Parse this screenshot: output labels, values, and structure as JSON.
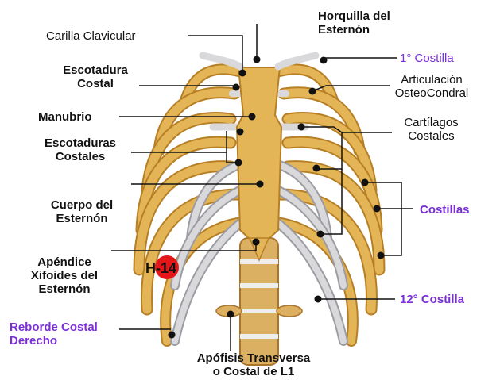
{
  "labels": {
    "horquilla": [
      "Horquilla del",
      "Esternón"
    ],
    "carilla": "Carilla Clavicular",
    "primera_costilla": "1° Costilla",
    "escotadura_costal": [
      "Escotadura",
      "Costal"
    ],
    "articulacion": [
      "Articulación",
      "OsteoCondral"
    ],
    "manubrio": "Manubrio",
    "cartilagos": [
      "Cartílagos",
      "Costales"
    ],
    "escotaduras_costales": [
      "Escotaduras",
      "Costales"
    ],
    "cuerpo": [
      "Cuerpo del",
      "Esternón"
    ],
    "costillas": "Costillas",
    "apendice": [
      "Apéndice",
      "Xifoides del",
      "Esternón"
    ],
    "duodecima": "12° Costilla",
    "reborde": [
      "Reborde Costal",
      "Derecho"
    ],
    "apofisis": [
      "Apófisis Transversa",
      "o Costal de L1"
    ],
    "marker": "H-14"
  },
  "colors": {
    "bone": "#e3b557",
    "bone_dark": "#b77f25",
    "cartilage": "#d9d9dc",
    "cartilage_dark": "#9c9ca2",
    "accent_purple": "#7b2fd6",
    "marker_red": "#e4161a"
  }
}
